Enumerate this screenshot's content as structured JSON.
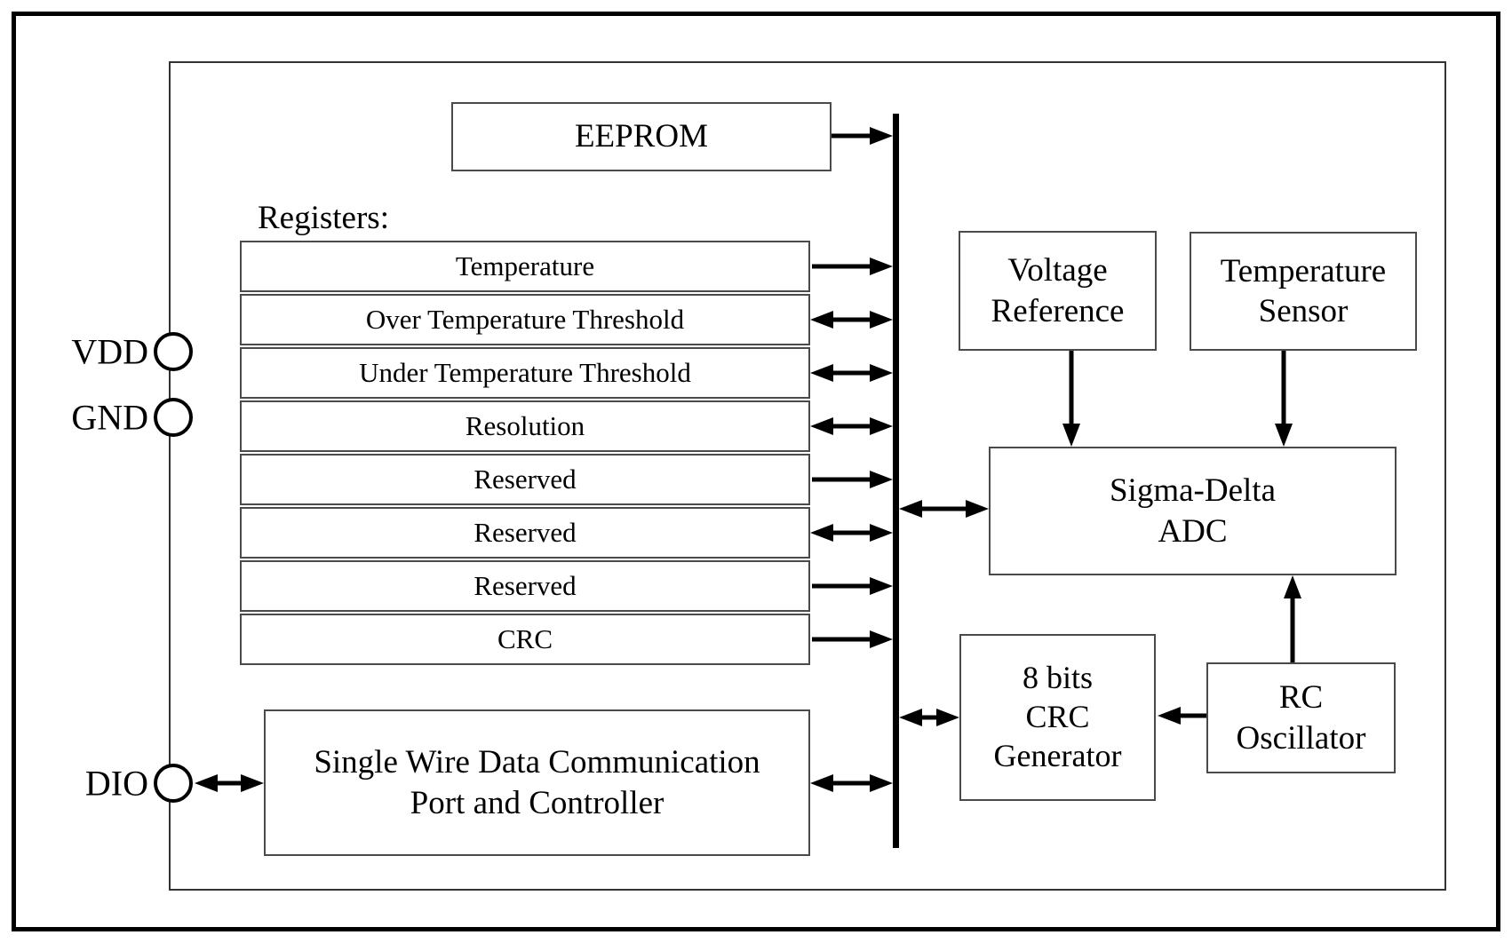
{
  "diagram": {
    "pins": {
      "vdd": "VDD",
      "gnd": "GND",
      "dio": "DIO"
    },
    "registers_label": "Registers:",
    "register_rows": [
      "Temperature",
      "Over Temperature Threshold",
      "Under Temperature Threshold",
      "Resolution",
      "Reserved",
      "Reserved",
      "Reserved",
      "CRC"
    ],
    "blocks": {
      "eeprom": {
        "lines": [
          "EEPROM"
        ]
      },
      "voltage_reference": {
        "lines": [
          "Voltage",
          "Reference"
        ]
      },
      "temperature_sensor": {
        "lines": [
          "Temperature",
          "Sensor"
        ]
      },
      "sigma_delta_adc": {
        "lines": [
          "Sigma-Delta",
          "ADC"
        ]
      },
      "crc_generator": {
        "lines": [
          "8 bits",
          "CRC",
          "Generator"
        ]
      },
      "rc_oscillator": {
        "lines": [
          "RC",
          "Oscillator"
        ]
      },
      "single_wire_port": {
        "lines": [
          "Single Wire Data Communication",
          "Port and Controller"
        ]
      }
    },
    "colors": {
      "ink": "#000000",
      "box_border": "#4a4a4a",
      "background": "#ffffff"
    }
  }
}
